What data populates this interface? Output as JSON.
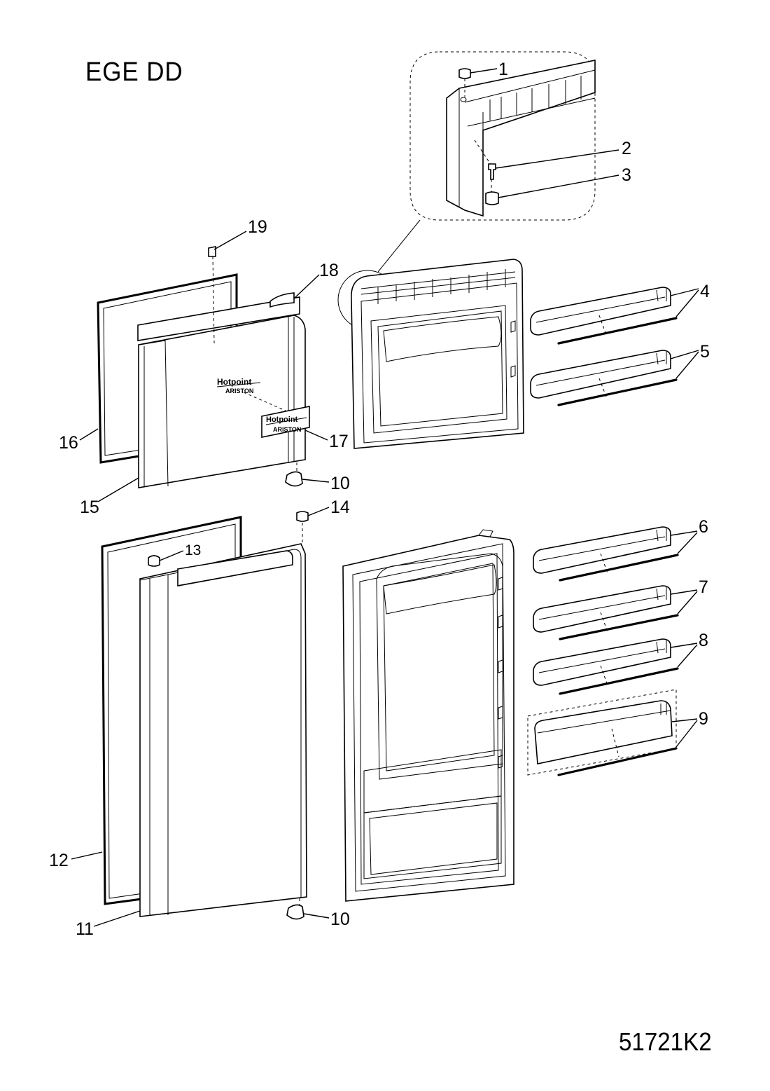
{
  "header": {
    "model": "EGE DD"
  },
  "footer": {
    "drawing_code": "51721K2"
  },
  "callouts": {
    "c1": "1",
    "c2": "2",
    "c3": "3",
    "c4": "4",
    "c5": "5",
    "c6": "6",
    "c7": "7",
    "c8": "8",
    "c9": "9",
    "c10_top": "10",
    "c10_bottom": "10",
    "c11": "11",
    "c12": "12",
    "c13": "13",
    "c14": "14",
    "c15": "15",
    "c16": "16",
    "c17": "17",
    "c18": "18",
    "c19": "19"
  },
  "badges": {
    "brand_primary": "Hotpoint",
    "brand_secondary": "ARISTON"
  }
}
